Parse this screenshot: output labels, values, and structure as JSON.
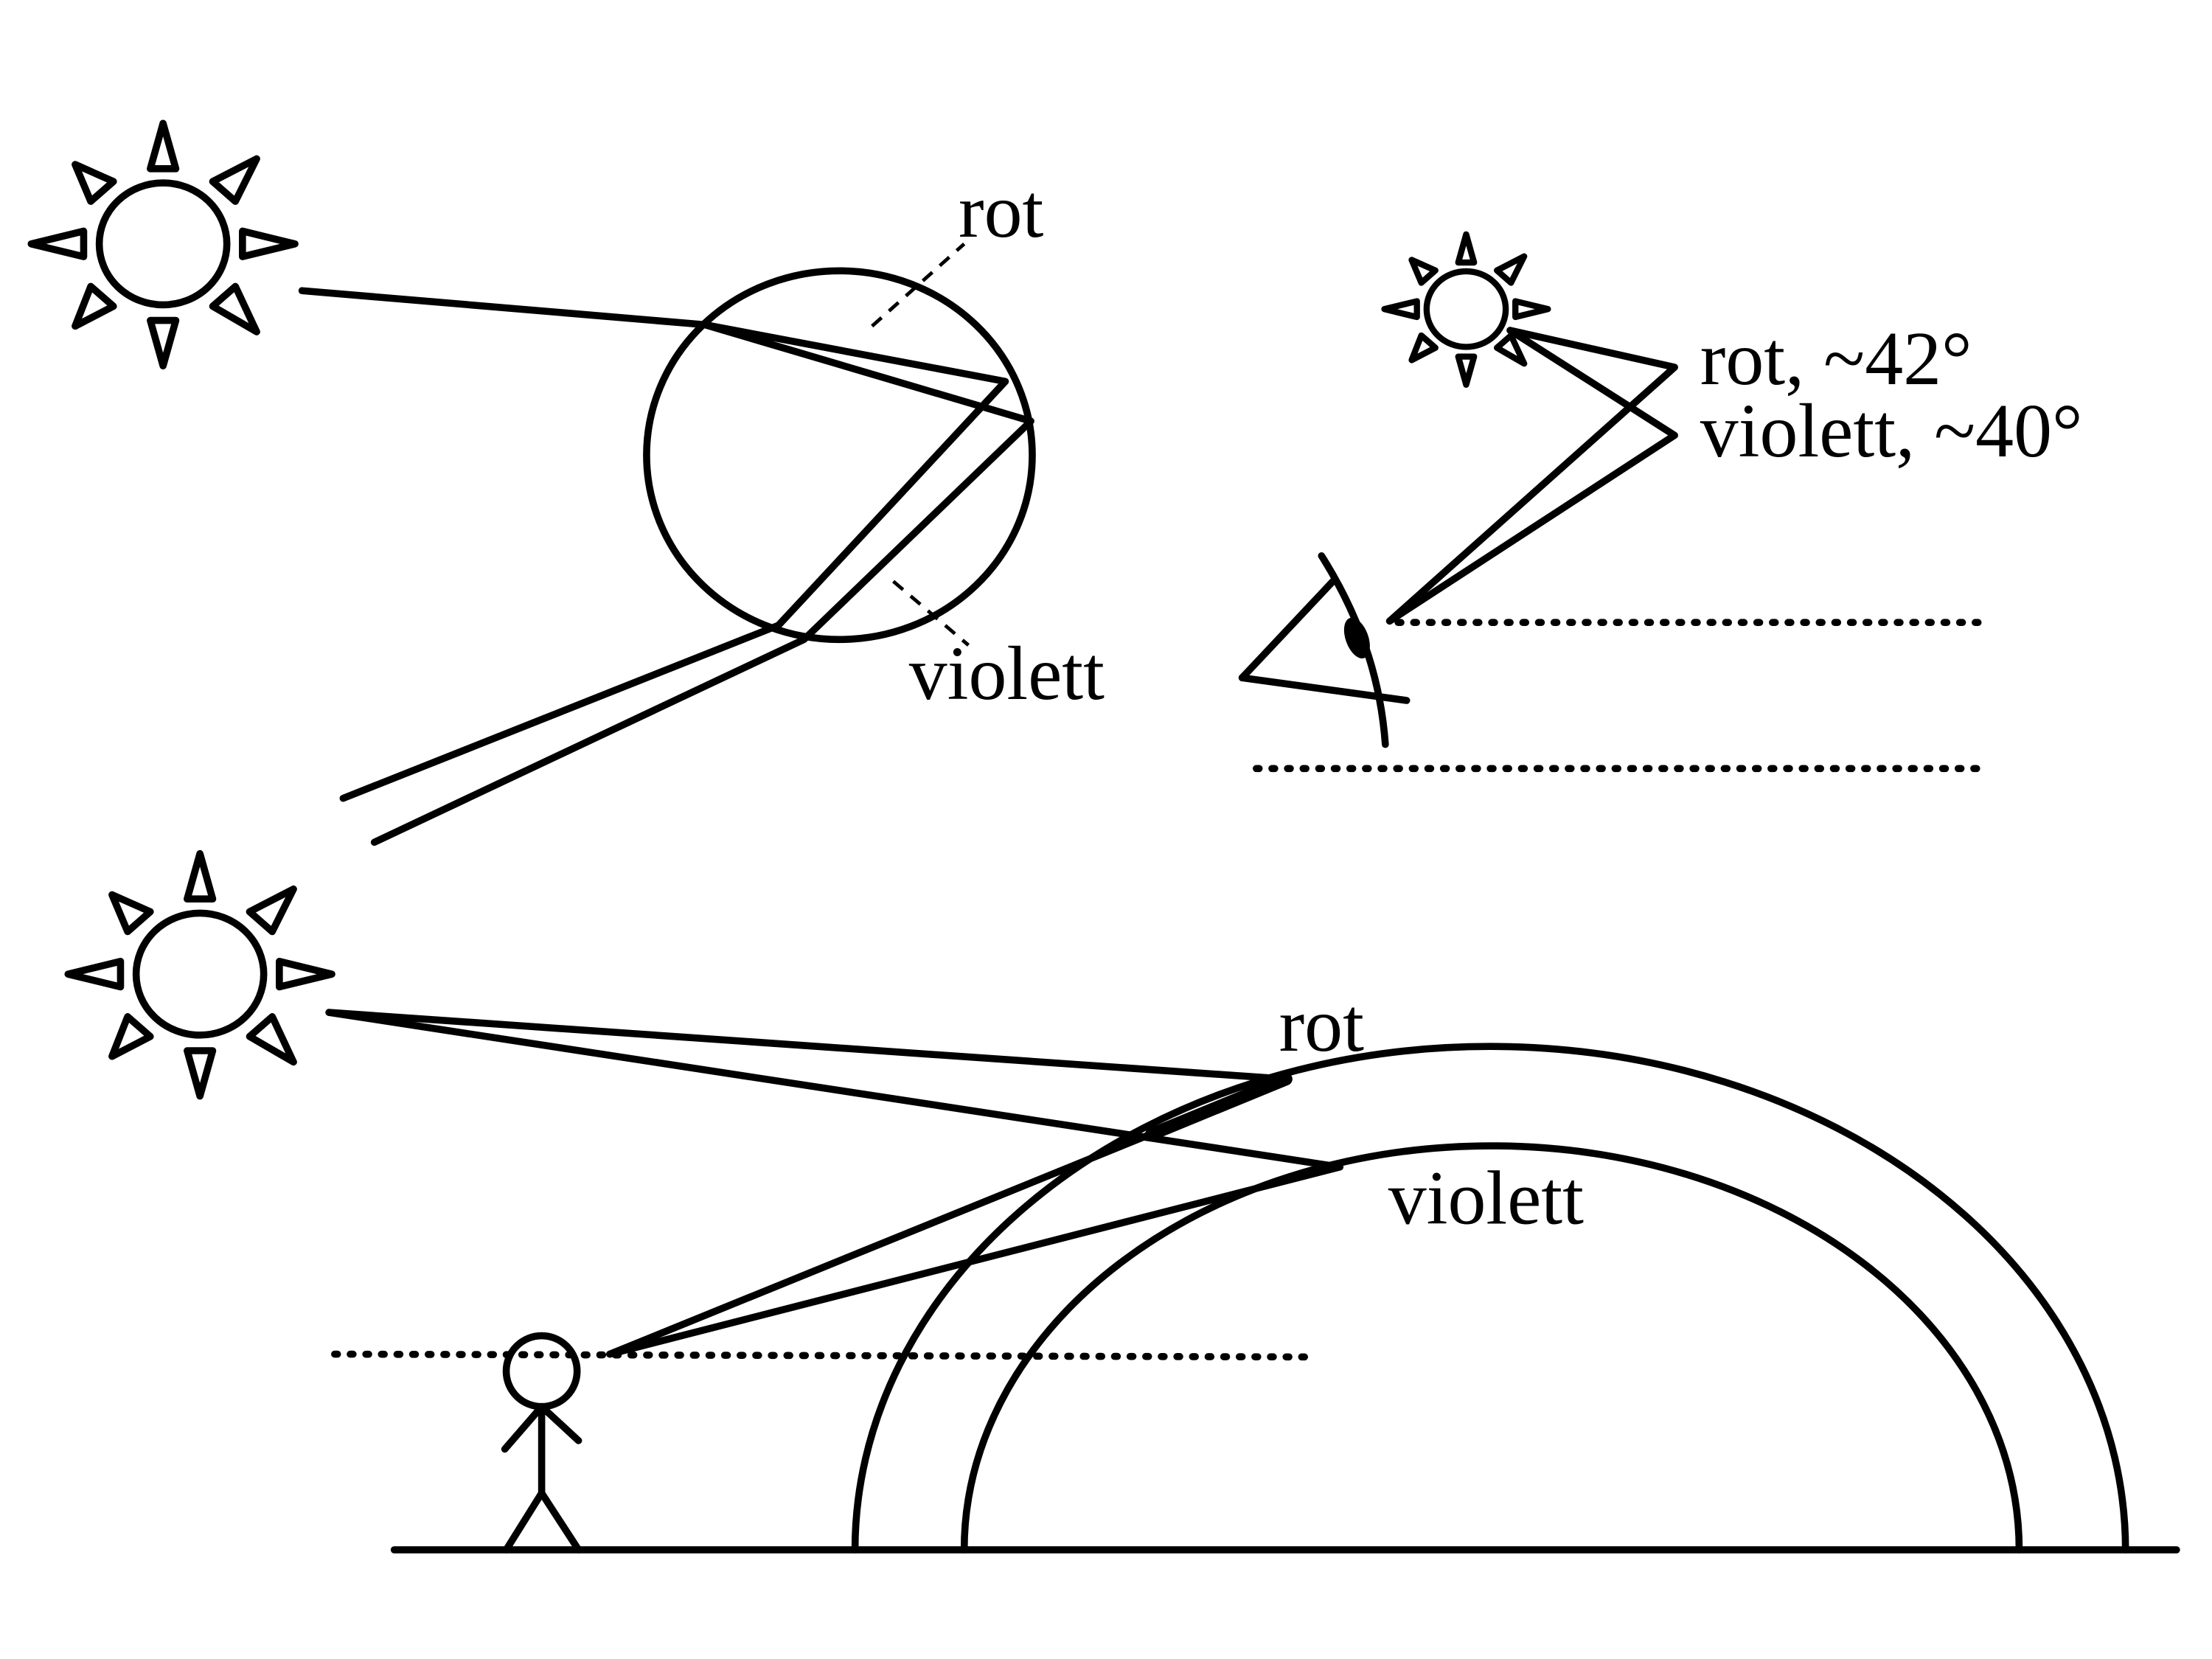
{
  "labels": {
    "droplet_red": "rot",
    "droplet_violet": "violett",
    "eye_red_angle": "rot, ~42°",
    "eye_violet_angle": "violett, ~40°",
    "bow_red": "rot",
    "bow_violet": "violett"
  },
  "icons": [
    "sun-icon",
    "eye-icon",
    "person-icon"
  ],
  "colors": {
    "stroke": "#000000",
    "background": "#ffffff"
  }
}
